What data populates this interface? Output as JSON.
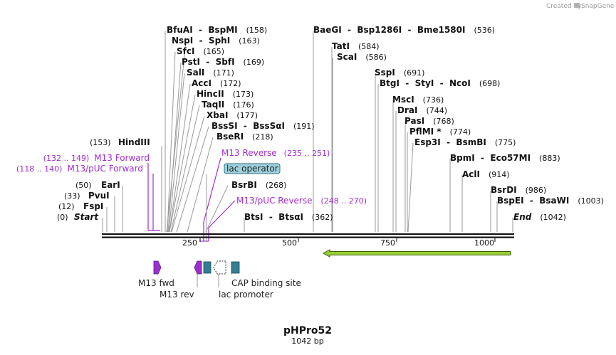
{
  "watermark": {
    "text": "Created by",
    "brand": "SnapGene"
  },
  "plasmid": {
    "name": "pHPro52",
    "length_label": "1042 bp"
  },
  "ruler": {
    "ticks": [
      "250",
      "500",
      "750",
      "1000"
    ]
  },
  "enzymes": [
    {
      "name": "Start",
      "pos": "(0)",
      "italic": true
    },
    {
      "name": "FspI",
      "pos": "(12)"
    },
    {
      "name": "PvuI",
      "pos": "(33)"
    },
    {
      "name": "EarI",
      "pos": "(50)"
    },
    {
      "name": "HindIII",
      "pos": "(153)"
    },
    {
      "name": "BfuAI  -  BspMI",
      "pos": "(158)"
    },
    {
      "name": "NspI  -  SphI",
      "pos": "(163)"
    },
    {
      "name": "SfcI",
      "pos": "(165)"
    },
    {
      "name": "PstI  -  SbfI",
      "pos": "(169)"
    },
    {
      "name": "SalI",
      "pos": "(171)"
    },
    {
      "name": "AccI",
      "pos": "(172)"
    },
    {
      "name": "HincII",
      "pos": "(173)"
    },
    {
      "name": "TaqII",
      "pos": "(176)"
    },
    {
      "name": "XbaI",
      "pos": "(177)"
    },
    {
      "name": "BssSI  -  BssSαI",
      "pos": "(191)"
    },
    {
      "name": "BseRI",
      "pos": "(218)"
    },
    {
      "name": "BsrBI",
      "pos": "(268)"
    },
    {
      "name": "BtsI  -  BtsαI",
      "pos": "(362)"
    },
    {
      "name": "BaeGI  -  Bsp1286I  -  Bme1580I",
      "pos": "(536)"
    },
    {
      "name": "TatI",
      "pos": "(584)"
    },
    {
      "name": "ScaI",
      "pos": "(586)"
    },
    {
      "name": "SspI",
      "pos": "(691)"
    },
    {
      "name": "BtgI  -  StyI  -  NcoI",
      "pos": "(698)"
    },
    {
      "name": "MscI",
      "pos": "(736)"
    },
    {
      "name": "DraI",
      "pos": "(744)"
    },
    {
      "name": "PasI",
      "pos": "(768)"
    },
    {
      "name": "PflMI *",
      "pos": "(774)"
    },
    {
      "name": "Esp3I  -  BsmBI",
      "pos": "(775)"
    },
    {
      "name": "BpmI  -  Eco57MI",
      "pos": "(883)"
    },
    {
      "name": "AclI",
      "pos": "(914)"
    },
    {
      "name": "BsrDI",
      "pos": "(986)"
    },
    {
      "name": "BspEI  -  BsaWI",
      "pos": "(1003)"
    },
    {
      "name": "End",
      "pos": "(1042)",
      "italic": true
    }
  ],
  "primers": [
    {
      "name": "M13 Forward",
      "range": "(132 .. 149)"
    },
    {
      "name": "M13/pUC Forward",
      "range": "(118 .. 140)"
    },
    {
      "name": "M13 Reverse",
      "range": "(235 .. 251)"
    },
    {
      "name": "M13/pUC Reverse",
      "range": "(248 .. 270)"
    }
  ],
  "features": {
    "lac_operator": "lac operator",
    "m13_fwd": "M13 fwd",
    "m13_rev": "M13 rev",
    "cap_site": "CAP binding site",
    "lac_promoter": "lac promoter"
  },
  "colors": {
    "primer": "#a12cd6",
    "lac_operator_fill": "#9fd2de",
    "cap_fill": "#2f7e95",
    "orf_fill": "#9acd32",
    "orf_stroke": "#3b5e12"
  }
}
